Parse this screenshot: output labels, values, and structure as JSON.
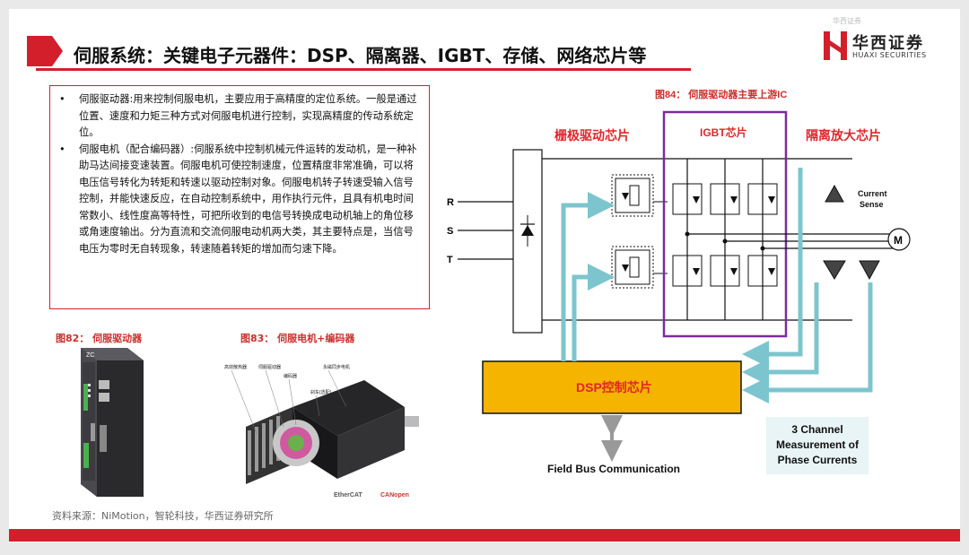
{
  "header": {
    "title": "伺服系统：关键电子元器件：DSP、隔离器、IGBT、存储、网络芯片等",
    "watermark": "华西证券"
  },
  "logo": {
    "cn": "华西证券",
    "en": "HUAXI SECURITIES",
    "brand_color": "#d31f2b"
  },
  "bullets": [
    "伺服驱动器:用来控制伺服电机，主要应用于高精度的定位系统。一般是通过位置、速度和力矩三种方式对伺服电机进行控制，实现高精度的传动系统定位。",
    "伺服电机（配合编码器）:伺服系统中控制机械元件运转的发动机，是一种补助马达间接变速装置。伺服电机可使控制速度，位置精度非常准确，可以将电压信号转化为转矩和转速以驱动控制对象。伺服电机转子转速受输入信号控制，并能快速反应，在自动控制系统中，用作执行元件，且具有机电时间常数小、线性度高等特性，可把所收到的电信号转换成电动机轴上的角位移或角速度输出。分为直流和交流伺服电动机两大类，其主要特点是，当信号电压为零时无自转现象，转速随着转矩的增加而匀速下降。"
  ],
  "figures": {
    "fig82": {
      "caption": "图82：  伺服驱动器",
      "device_label": "ZC"
    },
    "fig83": {
      "caption": "图83：  伺服电机+编码器",
      "labels": [
        "高效散热器",
        "伺服驱动器",
        "编码器",
        "永磁同步电机",
        "刹车(选配)"
      ],
      "logos": [
        "EtherCAT",
        "CANopen"
      ]
    },
    "fig84": {
      "caption": "图84： 伺服驱动器主要上游IC",
      "gate_driver": "栅极驱动芯片",
      "igbt": "IGBT芯片",
      "isolation_amp": "隔离放大芯片",
      "dsp": "DSP控制芯片",
      "field_bus": "Field Bus Communication",
      "measurement": [
        "3 Channel",
        "Measurement of",
        "Phase Currents"
      ],
      "current_sense": [
        "Current",
        "Sense"
      ],
      "phases": [
        "R",
        "S",
        "T"
      ],
      "motor": "M",
      "colors": {
        "red": "#e0262b",
        "purple": "#7b2c9c",
        "dsp_fill": "#f5b400",
        "arrow": "#7cc5ce"
      }
    }
  },
  "source": "资料来源：NiMotion，智轮科技，华西证券研究所"
}
